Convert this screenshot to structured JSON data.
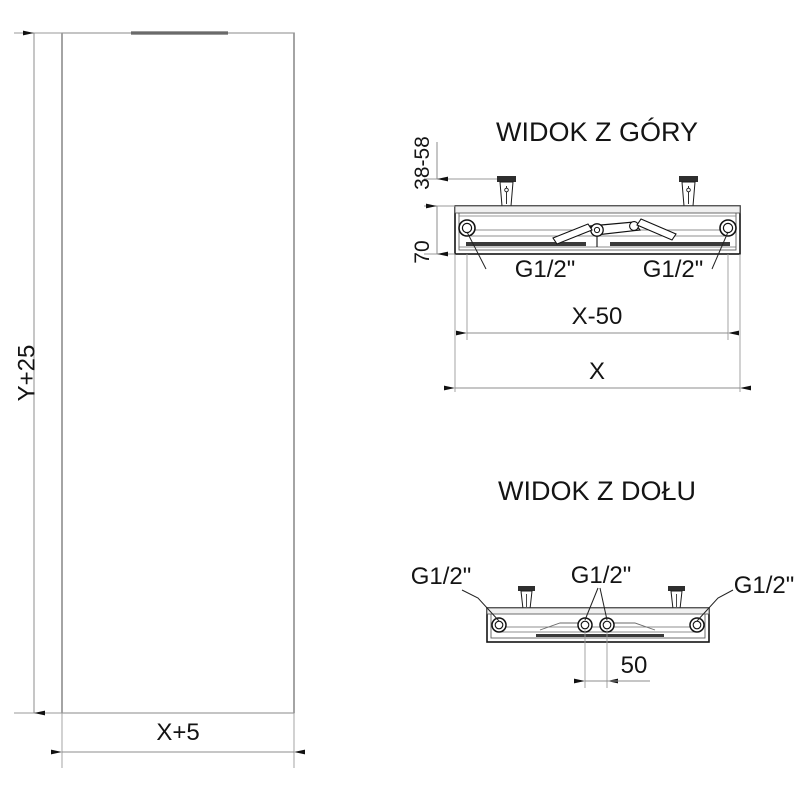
{
  "drawing": {
    "type": "engineering-drawing",
    "subject": "panel radiator with valve connections",
    "language": "pl",
    "background_color": "#ffffff",
    "line_color": "#000000",
    "thin_line_color": "#808080",
    "text_color": "#141414"
  },
  "views": {
    "front": {
      "name": "front-elevation",
      "title": "",
      "dimensions": {
        "height_label": "Y+25",
        "width_label": "X+5"
      }
    },
    "top": {
      "name": "top-view",
      "title": "WIDOK Z GÓRY",
      "dimensions": {
        "mount_depth_label": "38-58",
        "body_depth_label": "70",
        "inner_width_label": "X-50",
        "overall_width_label": "X"
      },
      "connections": [
        {
          "label": "G1/2\"",
          "side": "left"
        },
        {
          "label": "G1/2\"",
          "side": "right"
        }
      ]
    },
    "bottom": {
      "name": "bottom-view",
      "title": "WIDOK Z DOŁU",
      "dimensions": {
        "center_spacing_label": "50"
      },
      "connections": [
        {
          "label": "G1/2\"",
          "side": "left-outer"
        },
        {
          "label": "G1/2\"",
          "side": "center"
        },
        {
          "label": "G1/2\"",
          "side": "right-outer"
        }
      ]
    }
  },
  "labels": {
    "y_plus_25": "Y+25",
    "x_plus_5": "X+5",
    "title_top": "WIDOK Z GÓRY",
    "title_bottom": "WIDOK Z DOŁU",
    "d_38_58": "38-58",
    "d_70": "70",
    "d_x_minus_50": "X-50",
    "d_x": "X",
    "d_50": "50",
    "g_half_top_left": "G1/2\"",
    "g_half_top_right": "G1/2\"",
    "g_half_bottom_left": "G1/2\"",
    "g_half_bottom_center": "G1/2\"",
    "g_half_bottom_right": "G1/2\""
  }
}
